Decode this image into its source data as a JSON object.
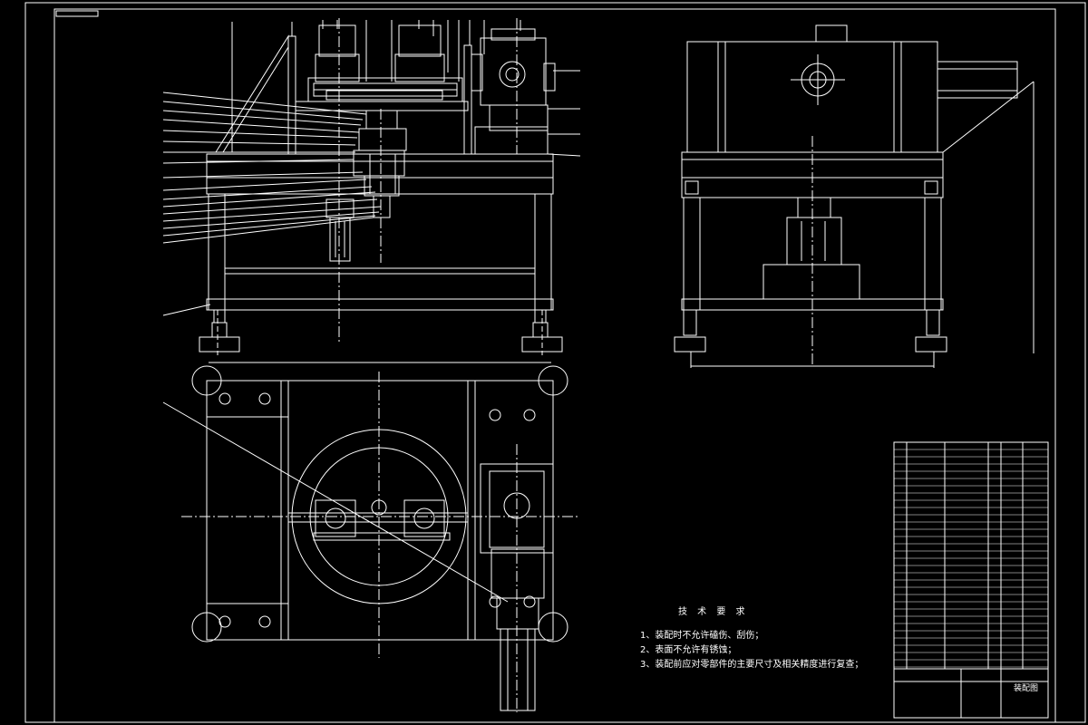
{
  "drawing": {
    "title": "装配图",
    "tech_requirements": {
      "heading": "技 术 要 求",
      "items": [
        "1、装配时不允许磕伤、刮伤；",
        "2、表面不允许有锈蚀；",
        "3、装配前应对零部件的主要尺寸及相关精度进行复查；"
      ]
    }
  },
  "colors": {
    "background": "#000000",
    "line": "#ffffff"
  }
}
